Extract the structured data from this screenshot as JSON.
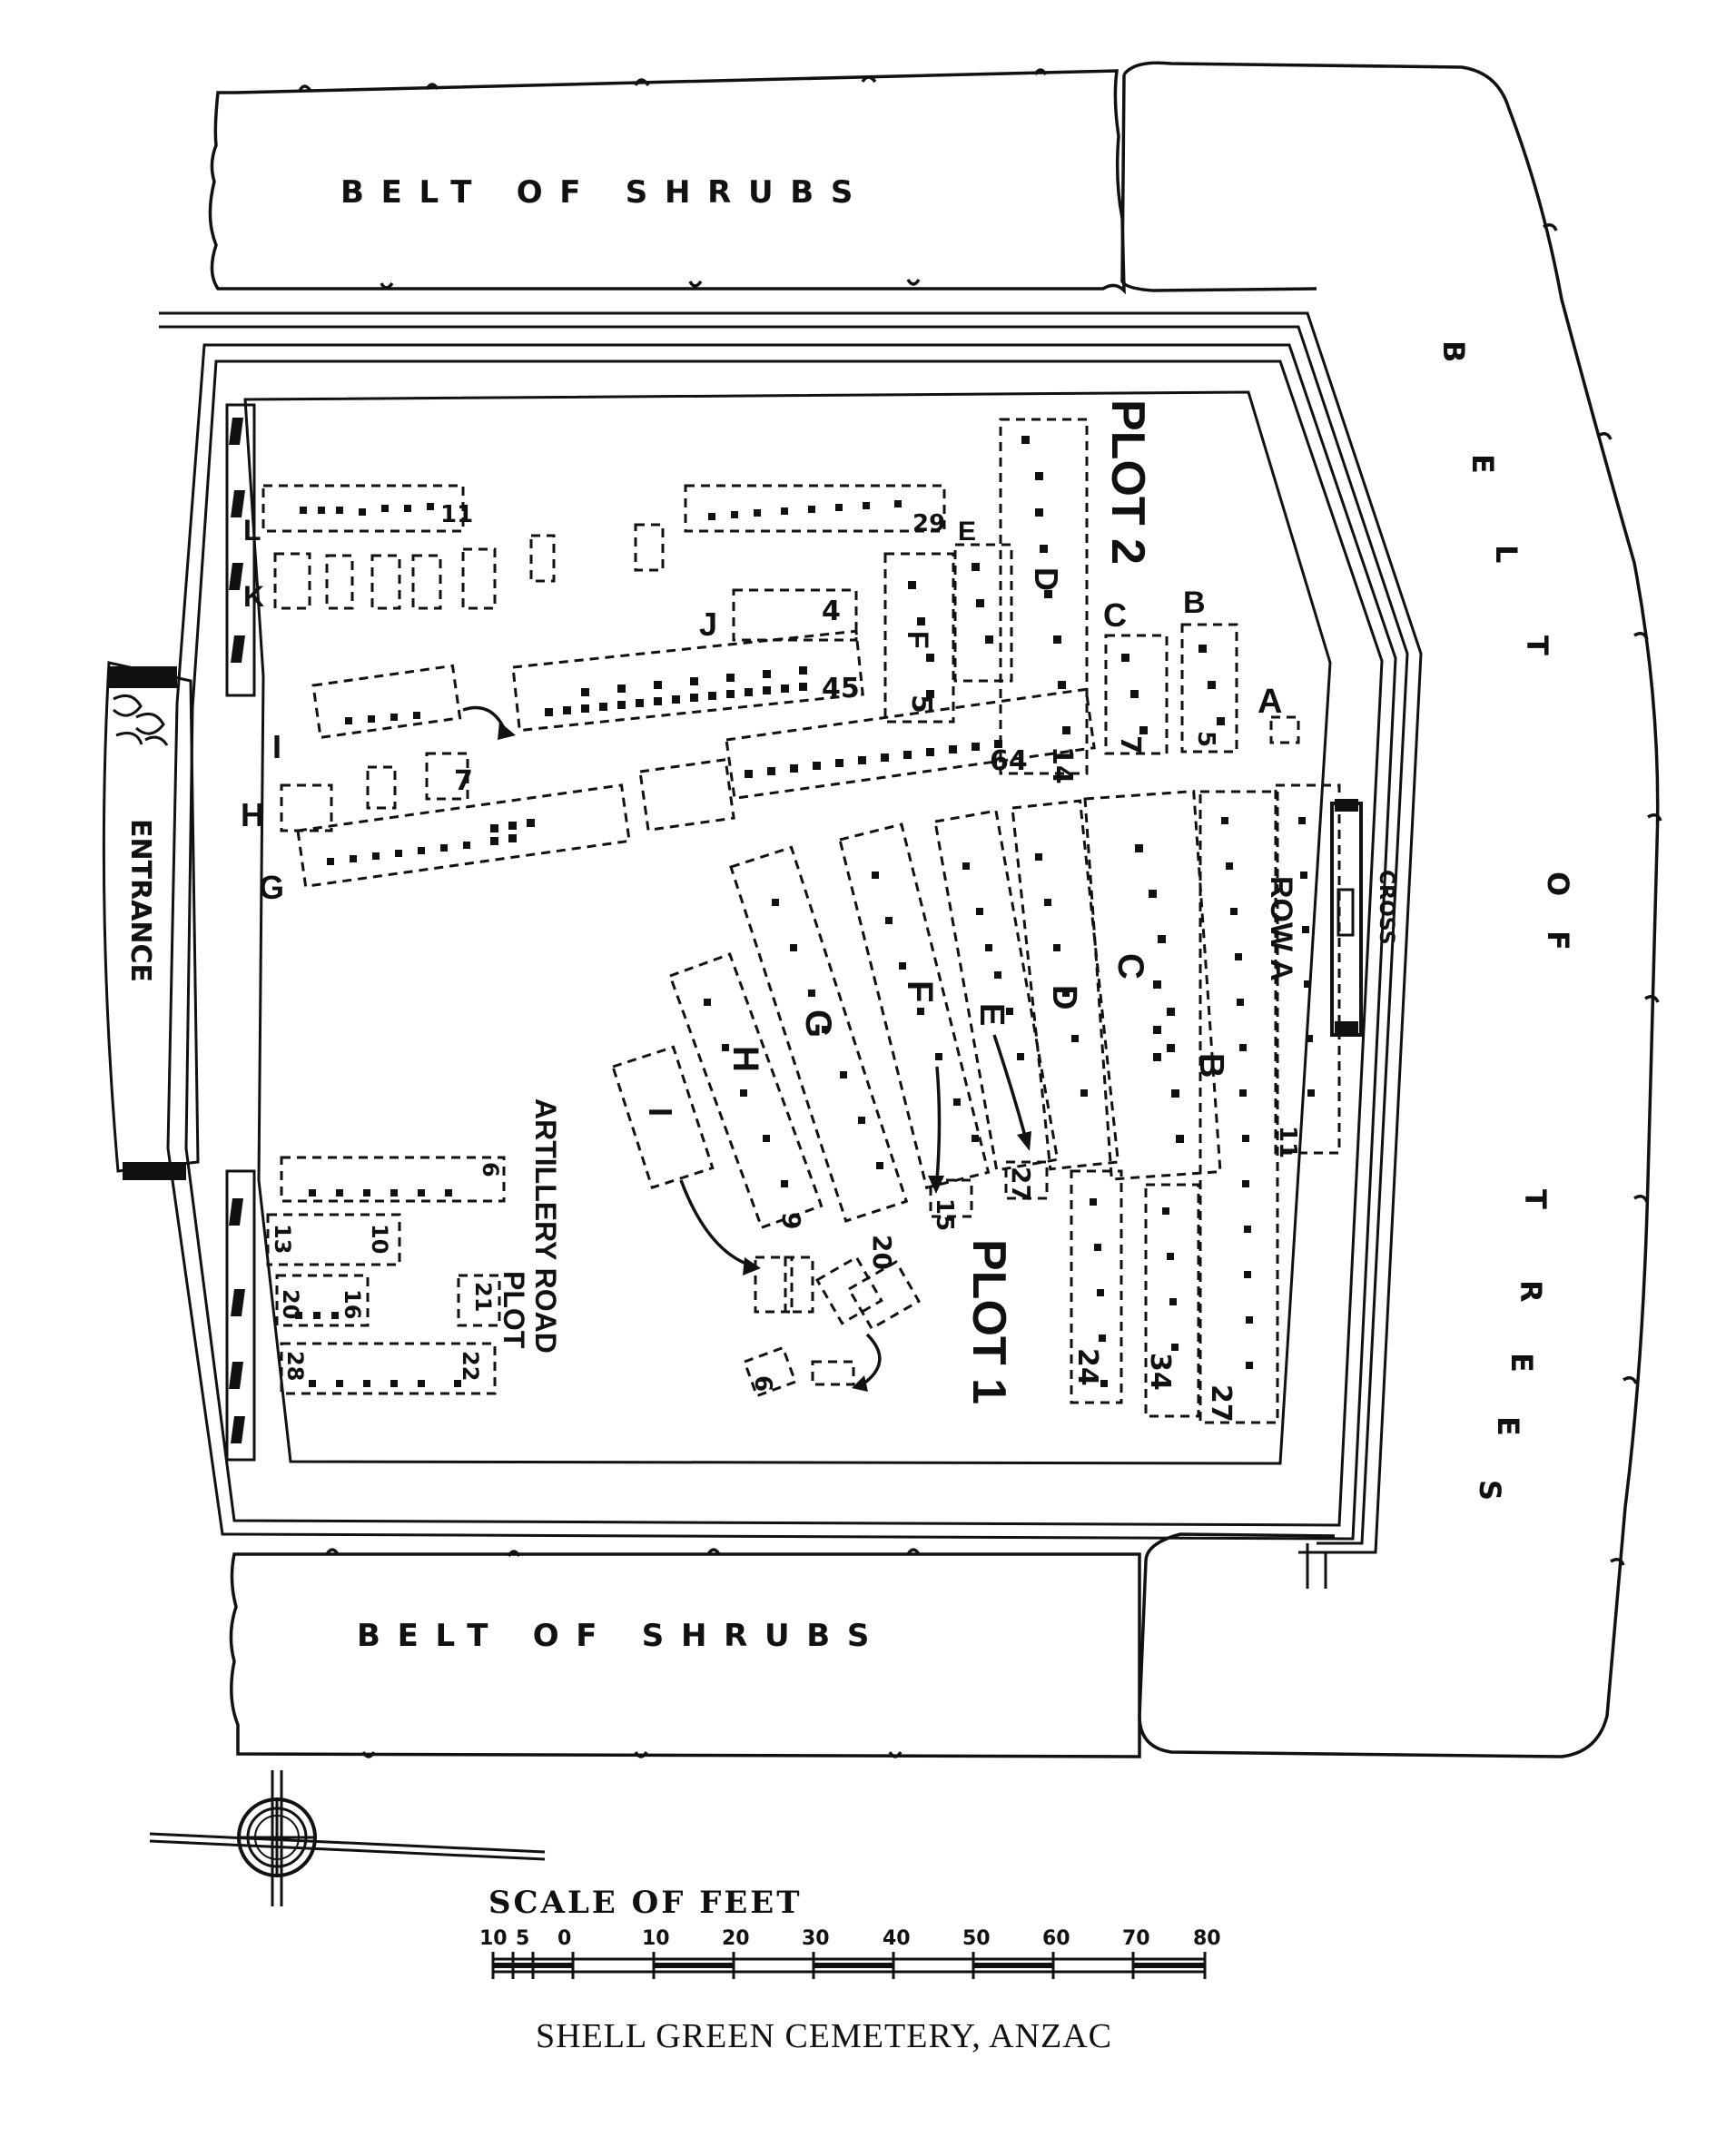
{
  "caption": "SHELL GREEN CEMETERY, ANZAC",
  "belts": {
    "shrubs_top": "BELT OF SHRUBS",
    "shrubs_bottom": "BELT OF SHRUBS",
    "trees": [
      "B",
      "E",
      "L",
      "T",
      "O",
      "F",
      "T",
      "R",
      "E",
      "E",
      "S"
    ]
  },
  "entrance": "ENTRANCE",
  "cross": "CROSS",
  "plots": {
    "plot2": "PLOT 2",
    "plot1": "PLOT 1",
    "artillery": [
      "ARTILLERY ROAD",
      "PLOT"
    ],
    "row_a": "ROW A"
  },
  "row_letters": {
    "L": "L",
    "K": "K",
    "J": "J",
    "I": "I",
    "H": "H",
    "G": "G",
    "F": "F",
    "E": "E",
    "D": "D",
    "C": "C",
    "B": "B",
    "A": "A",
    "p1_I": "I",
    "p1_H": "H",
    "p1_G": "G",
    "p1_F": "F",
    "p1_E": "E",
    "p1_D": "D",
    "p1_C": "C",
    "p1_B": "B"
  },
  "row_numbers": {
    "L_end": "11",
    "row29": "29",
    "J_end": "4",
    "I_end": "45",
    "H_end": "7",
    "G_end": "64",
    "F_end": "5",
    "D_end": "14",
    "C_end": "7",
    "B_end": "5",
    "rowA_end": "11",
    "p1_B_end": "27",
    "p1_C_end": "34",
    "p1_D_end": "24",
    "p1_E_end": "27",
    "p1_F_end": "15",
    "p1_G_end": "20",
    "p1_H_end": "9",
    "p1_I_end": "6",
    "ar_row1_end": "6",
    "ar_13": "13",
    "ar_10": "10",
    "ar_16": "16",
    "ar_20": "20",
    "ar_21": "21",
    "ar_22": "22",
    "ar_28": "28",
    "one": "1"
  },
  "scale": {
    "title": "SCALE OF FEET",
    "ticks": [
      "10",
      "5",
      "0",
      "10",
      "20",
      "30",
      "40",
      "50",
      "60",
      "70",
      "80"
    ]
  }
}
